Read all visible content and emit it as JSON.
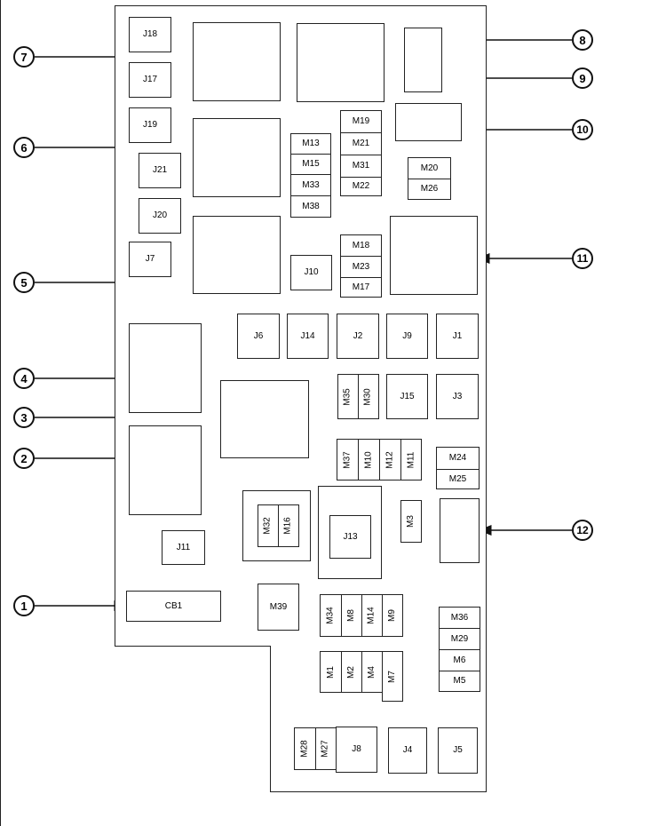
{
  "diagram": {
    "fuses": {
      "J18": "J18",
      "J17": "J17",
      "J19": "J19",
      "J21": "J21",
      "J20": "J20",
      "J7": "J7",
      "J10": "J10",
      "J6": "J6",
      "J14": "J14",
      "J2": "J2",
      "J9": "J9",
      "J1": "J1",
      "J15": "J15",
      "J3": "J3",
      "J11": "J11",
      "J13": "J13",
      "J8": "J8",
      "J4": "J4",
      "J5": "J5",
      "CB1": "CB1",
      "M13": "M13",
      "M15": "M15",
      "M33": "M33",
      "M38": "M38",
      "M19": "M19",
      "M21": "M21",
      "M31": "M31",
      "M22": "M22",
      "M20": "M20",
      "M26": "M26",
      "M18": "M18",
      "M23": "M23",
      "M17": "M17",
      "M35": "M35",
      "M30": "M30",
      "M37": "M37",
      "M10": "M10",
      "M12": "M12",
      "M11": "M11",
      "M24": "M24",
      "M25": "M25",
      "M32": "M32",
      "M16": "M16",
      "M3": "M3",
      "M39": "M39",
      "M34": "M34",
      "M8": "M8",
      "M14": "M14",
      "M9": "M9",
      "M1": "M1",
      "M2": "M2",
      "M4": "M4",
      "M7": "M7",
      "M36": "M36",
      "M29": "M29",
      "M6": "M6",
      "M5": "M5",
      "M28": "M28",
      "M27": "M27"
    },
    "callouts": [
      "1",
      "2",
      "3",
      "4",
      "5",
      "6",
      "7",
      "8",
      "9",
      "10",
      "11",
      "12"
    ]
  }
}
